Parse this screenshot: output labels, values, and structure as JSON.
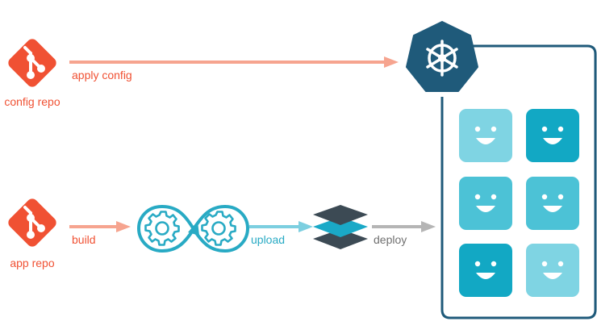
{
  "colors": {
    "git": "#f05133",
    "git_arrow": "#f6a48f",
    "kube": "#1f5a7a",
    "teal_arrow": "#7ccfe0",
    "gray_arrow": "#b5b5b5",
    "cycle": "#28aac4",
    "layer_dark": "#3c4a54",
    "layer_teal": "#1aa9c7",
    "face_light": "#7fd4e3",
    "face_mid": "#4cc2d6",
    "face_dark": "#12a8c4"
  },
  "nodes": {
    "config_repo": {
      "label": "config repo",
      "icon": "git-icon"
    },
    "app_repo": {
      "label": "app repo",
      "icon": "git-icon"
    },
    "ci_pipeline": {
      "icon": "gears-infinity-icon"
    },
    "registry": {
      "icon": "layers-icon"
    },
    "kubernetes": {
      "icon": "helm-wheel-icon"
    }
  },
  "edges": {
    "apply_config": "apply config",
    "build": "build",
    "upload": "upload",
    "deploy": "deploy"
  },
  "pods": {
    "shades": [
      "face_light",
      "face_dark",
      "face_mid",
      "face_mid",
      "face_dark",
      "face_light"
    ]
  }
}
